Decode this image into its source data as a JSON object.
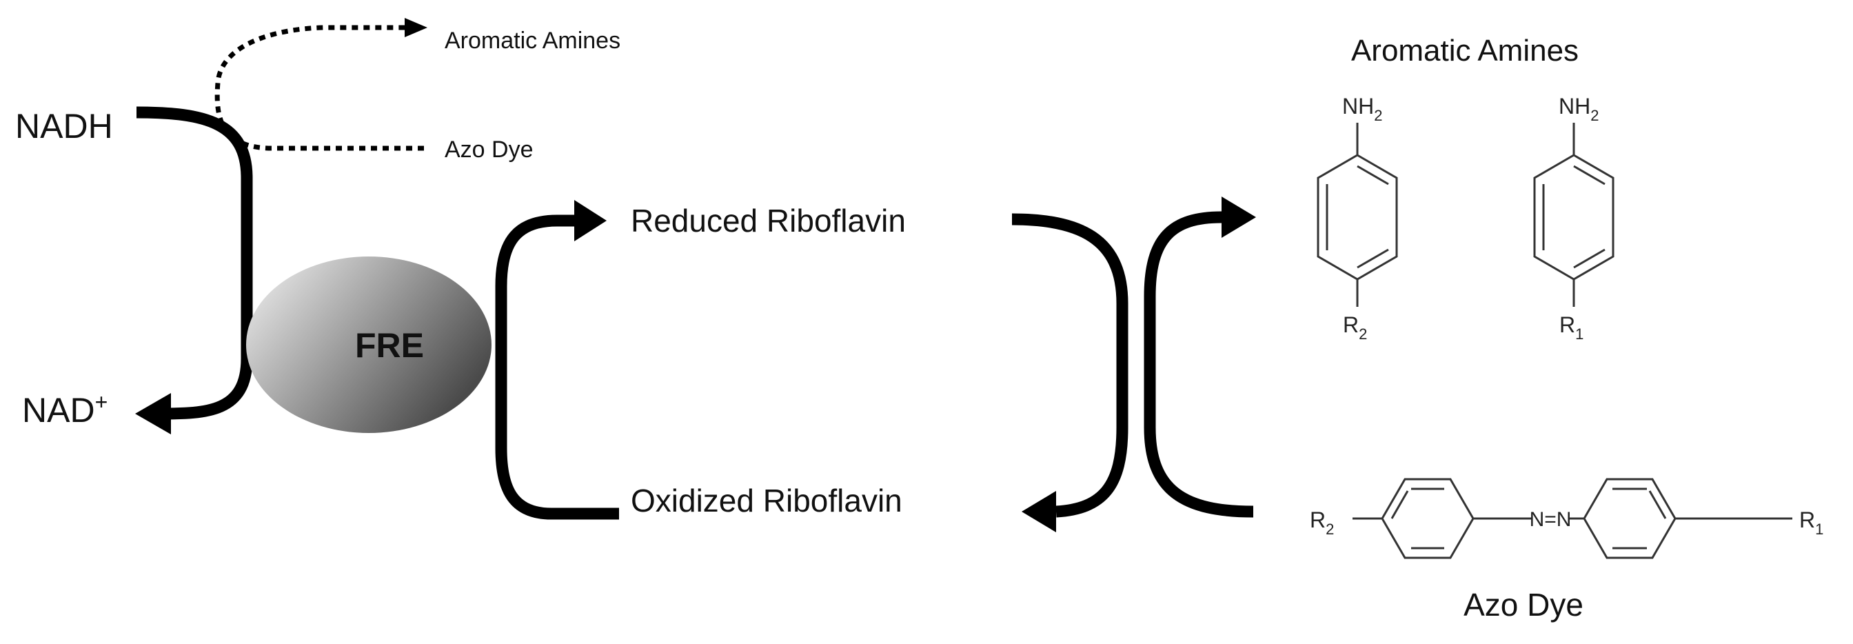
{
  "labels": {
    "nadh": "NADH",
    "nad_plus": "NAD",
    "nad_plus_sup": "+",
    "enzyme": "FRE",
    "reduced_riboflavin": "Reduced Riboflavin",
    "oxidized_riboflavin": "Oxidized Riboflavin",
    "side_aromatic_amines": "Aromatic Amines",
    "side_azo_dye": "Azo Dye",
    "aromatic_amines_title": "Aromatic Amines",
    "azo_dye_title": "Azo Dye"
  },
  "chemistry": {
    "amine_group": "NH",
    "amine_sub": "2",
    "r_letter": "R",
    "r1_sub": "1",
    "r2_sub": "2",
    "azo_bond": "N=N"
  },
  "colors": {
    "arrow": "#000000",
    "enzyme_light": "#f2f2f2",
    "enzyme_dark": "#555555",
    "bond": "#333333"
  }
}
